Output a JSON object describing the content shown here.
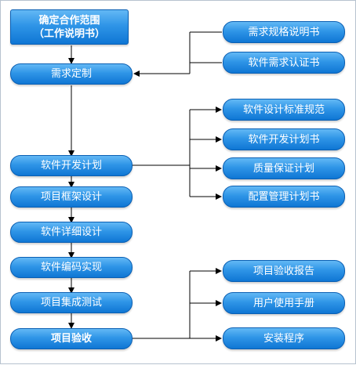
{
  "scope": {
    "line1": "确定合作范围",
    "line2": "（工作说明书）"
  },
  "main_flow": [
    {
      "id": "req_custom",
      "label": "需求定制"
    },
    {
      "id": "dev_plan",
      "label": "软件开发计划"
    },
    {
      "id": "framework",
      "label": "项目框架设计"
    },
    {
      "id": "detail",
      "label": "软件详细设计"
    },
    {
      "id": "coding",
      "label": "软件编码实现"
    },
    {
      "id": "integration",
      "label": "项目集成测试"
    },
    {
      "id": "acceptance",
      "label": "项目验收"
    }
  ],
  "branch_requirements": [
    {
      "label": "需求规格说明书"
    },
    {
      "label": "软件需求认证书"
    }
  ],
  "branch_dev_plan": [
    {
      "label": "软件设计标准规范"
    },
    {
      "label": "软件开发计划书"
    },
    {
      "label": "质量保证计划"
    },
    {
      "label": "配置管理计划书"
    }
  ],
  "branch_acceptance": [
    {
      "label": "项目验收报告"
    },
    {
      "label": "用户使用手册"
    },
    {
      "label": "安装程序"
    }
  ]
}
